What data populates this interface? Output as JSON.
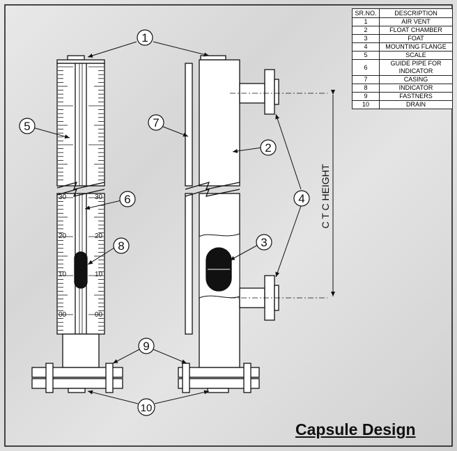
{
  "title": "Capsule Design",
  "legend": {
    "headers": [
      "SR.NO.",
      "DESCRIPTION"
    ],
    "rows": [
      {
        "no": "1",
        "desc": "AIR VENT"
      },
      {
        "no": "2",
        "desc": "FLOAT CHAMBER"
      },
      {
        "no": "3",
        "desc": "FOAT"
      },
      {
        "no": "4",
        "desc": "MOUNTING FLANGE"
      },
      {
        "no": "5",
        "desc": "SCALE"
      },
      {
        "no": "6",
        "desc": "GUIDE PIPE FOR INDICATOR"
      },
      {
        "no": "7",
        "desc": "CASING"
      },
      {
        "no": "8",
        "desc": "INDICATOR"
      },
      {
        "no": "9",
        "desc": "FASTNERS"
      },
      {
        "no": "10",
        "desc": "DRAIN"
      }
    ]
  },
  "callouts": [
    "1",
    "2",
    "3",
    "4",
    "5",
    "6",
    "7",
    "8",
    "9",
    "10"
  ],
  "dimension_label": "C T C HEIGHT",
  "scale_labels": {
    "s30": "30",
    "s20": "20",
    "s10": "10",
    "s00": "00"
  },
  "colors": {
    "stroke": "#111111",
    "paper": "#ffffff",
    "background": "#dcdcdc",
    "float": "#111111"
  }
}
